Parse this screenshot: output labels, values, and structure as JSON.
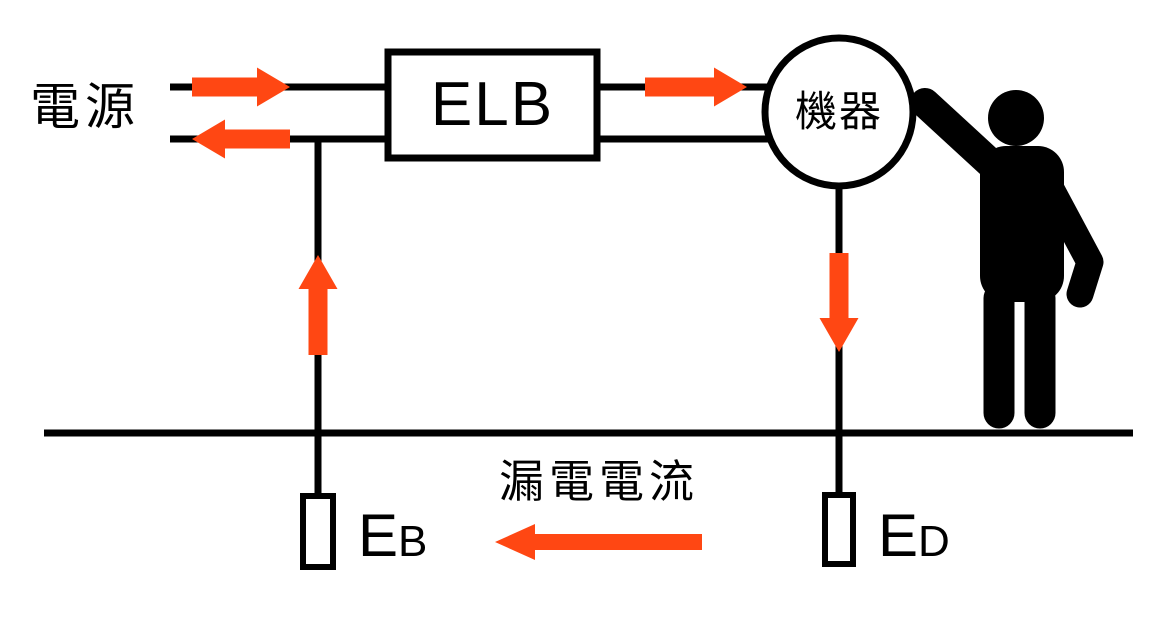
{
  "diagram": {
    "kind": "earth-leakage-current-circuit",
    "labels": {
      "power_source": "電源",
      "breaker": "ELB",
      "equipment": "機器",
      "leakage_current": "漏電電流",
      "earth_b_main": "E",
      "earth_b_sub": "B",
      "earth_d_main": "E",
      "earth_d_sub": "D"
    },
    "arrows": [
      {
        "name": "supply-current-source-to-elb",
        "direction": "right"
      },
      {
        "name": "return-current-elb-to-source",
        "direction": "left"
      },
      {
        "name": "current-elb-to-equipment",
        "direction": "right"
      },
      {
        "name": "leakage-up-through-earth-b",
        "direction": "up"
      },
      {
        "name": "leakage-down-through-earth-d",
        "direction": "down"
      },
      {
        "name": "leakage-current-through-ground",
        "direction": "left"
      }
    ],
    "colors": {
      "arrow": "#FF4713",
      "line": "#000000",
      "background": "#FFFFFF"
    }
  }
}
